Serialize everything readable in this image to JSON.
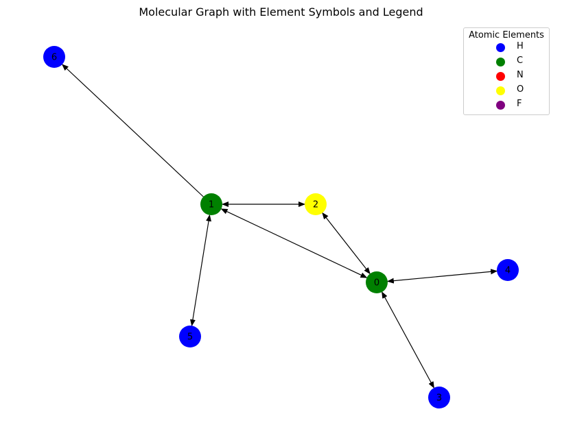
{
  "title": "Molecular Graph with Element Symbols and Legend",
  "legend": {
    "title": "Atomic Elements",
    "items": [
      {
        "label": "H",
        "color": "#0000ff"
      },
      {
        "label": "C",
        "color": "#008000"
      },
      {
        "label": "N",
        "color": "#ff0000"
      },
      {
        "label": "O",
        "color": "#ffff00"
      },
      {
        "label": "F",
        "color": "#800080"
      }
    ]
  },
  "graph": {
    "nodes": [
      {
        "id": "0",
        "element": "C",
        "color": "#008000"
      },
      {
        "id": "1",
        "element": "C",
        "color": "#008000"
      },
      {
        "id": "2",
        "element": "O",
        "color": "#ffff00"
      },
      {
        "id": "3",
        "element": "H",
        "color": "#0000ff"
      },
      {
        "id": "4",
        "element": "H",
        "color": "#0000ff"
      },
      {
        "id": "5",
        "element": "H",
        "color": "#0000ff"
      },
      {
        "id": "6",
        "element": "H",
        "color": "#0000ff"
      }
    ],
    "edges": [
      {
        "source": "1",
        "target": "6",
        "arrows": "target"
      },
      {
        "source": "1",
        "target": "2",
        "arrows": "both"
      },
      {
        "source": "1",
        "target": "0",
        "arrows": "both"
      },
      {
        "source": "2",
        "target": "0",
        "arrows": "both"
      },
      {
        "source": "0",
        "target": "4",
        "arrows": "both"
      },
      {
        "source": "0",
        "target": "3",
        "arrows": "both"
      },
      {
        "source": "1",
        "target": "5",
        "arrows": "both"
      }
    ]
  }
}
